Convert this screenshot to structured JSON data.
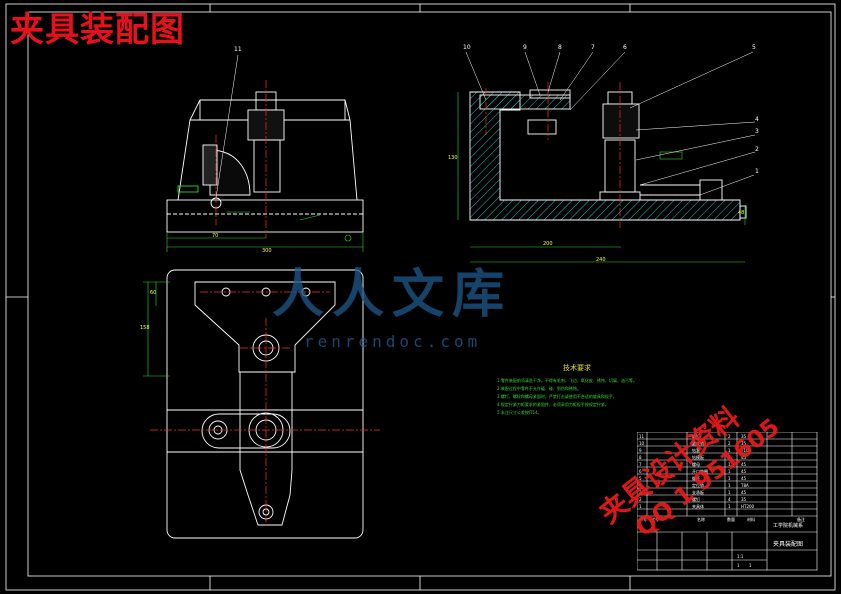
{
  "drawing": {
    "title": "夹具装配图",
    "colors": {
      "background": "#000000",
      "outline": "#ffffff",
      "centerline": "#ff2a2a",
      "hatch": "#1ec8c8",
      "dimension": "#22e022",
      "annotation": "#ffff33",
      "watermark_red": "#f01818",
      "watermark_blue": "#1c5a8c"
    }
  },
  "watermark": {
    "blue_text": "人人文库",
    "url": "renrendoc.com",
    "red_line1": "夹具设计资料",
    "red_line2": "QQ 1    951605"
  },
  "balloons": [
    "11",
    "10",
    "9",
    "8",
    "7",
    "6",
    "5",
    "4",
    "3",
    "2",
    "1"
  ],
  "dimensions": [
    "300",
    "70",
    "200",
    "48",
    "130",
    "60",
    "240",
    "158"
  ],
  "tech_requirements": {
    "title": "技术要求",
    "items": [
      "1.零件装配前须清洗干净，不得有毛刺、飞边、氧化皮、锈蚀、切屑、油污等。",
      "2.装配过程中零件不允许磕、碰、划伤和锈蚀。",
      "3.螺钉、螺栓和螺母紧固时，严禁打击或使用不合适的旋具和扳手。",
      "4.规定拧紧力矩要求的紧固件，必须采用力矩扳手按规定拧紧。",
      "5.未注尺寸公差按IT14。"
    ]
  },
  "bom": {
    "headers": [
      "序号",
      "代号",
      "名称",
      "数量",
      "材料",
      "备注"
    ],
    "rows": [
      [
        "11",
        "",
        "螺钉",
        "2",
        "35",
        ""
      ],
      [
        "10",
        "",
        "圆柱销",
        "2",
        "35",
        ""
      ],
      [
        "9",
        "",
        "钻套",
        "1",
        "T10A",
        ""
      ],
      [
        "8",
        "",
        "钻模板",
        "1",
        "45",
        ""
      ],
      [
        "7",
        "",
        "螺母",
        "1",
        "45",
        ""
      ],
      [
        "6",
        "",
        "开口垫圈",
        "1",
        "45",
        ""
      ],
      [
        "5",
        "",
        "螺杆",
        "1",
        "45",
        ""
      ],
      [
        "4",
        "",
        "定位销",
        "1",
        "T8A",
        ""
      ],
      [
        "3",
        "",
        "支承板",
        "1",
        "45",
        ""
      ],
      [
        "2",
        "",
        "螺钉",
        "4",
        "35",
        ""
      ],
      [
        "1",
        "",
        "夹具体",
        "1",
        "HT200",
        ""
      ]
    ]
  },
  "title_block": {
    "drawing_name": "夹具装配图",
    "school": "工学院机械系",
    "scale": "1:1",
    "sheet": "1",
    "sheets_total": "1"
  }
}
